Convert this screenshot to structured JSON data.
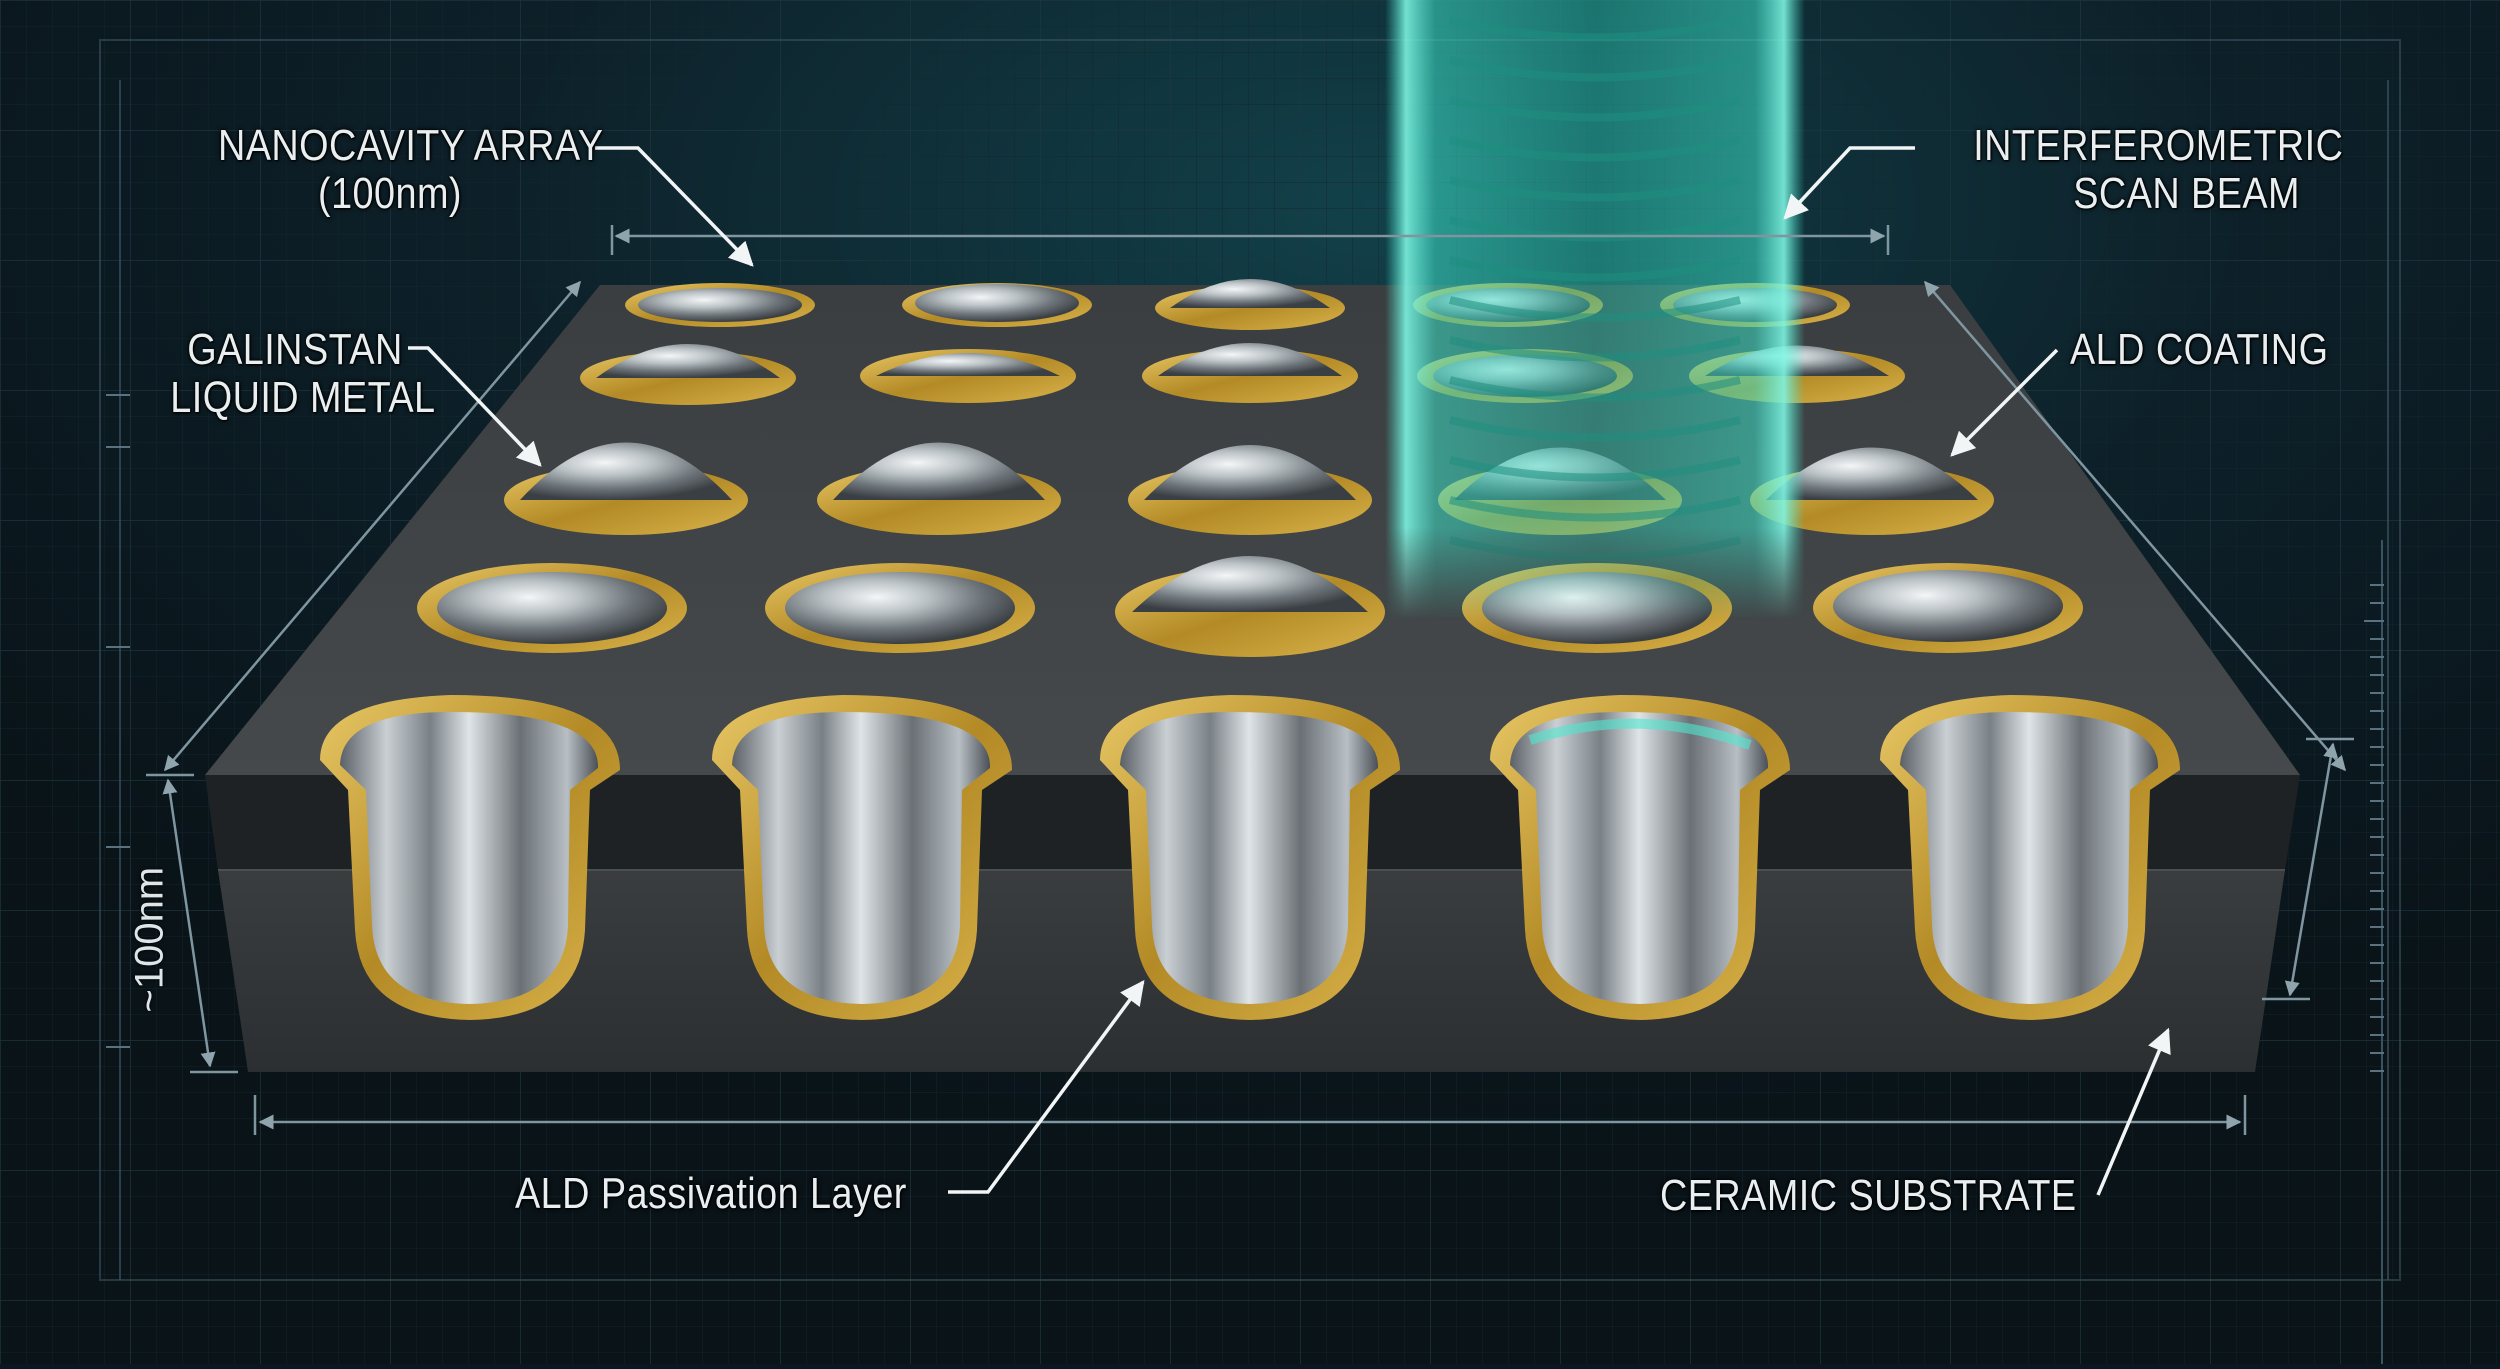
{
  "diagram": {
    "type": "annotated 3D cross-section illustration",
    "subject": "Nanocavity array filled with liquid metal on ceramic substrate under interferometric scan",
    "background_color": "#0b1720",
    "grid_color": "#1d3340",
    "beam_color": "#3de0c8",
    "coating_color": "#c9a43a",
    "substrate_top_color": "#3c4043",
    "substrate_side_color": "#2f3234",
    "passivation_band_color": "#1e2123",
    "array": {
      "rows": 5,
      "columns": 5
    }
  },
  "labels": {
    "nanocavity": {
      "line1": "NANOCAVITY ARRAY",
      "line2": "(100nm)"
    },
    "beam": {
      "line1": "INTERFEROMETRIC",
      "line2": "SCAN BEAM"
    },
    "galinstan": {
      "line1": "GALINSTAN",
      "line2": "LIQUID METAL"
    },
    "ald_coating": {
      "line1": "ALD COATING"
    },
    "passivation": {
      "line1": "ALD Passivation Layer"
    },
    "substrate": {
      "line1": "CERAMIC SUBSTRATE"
    },
    "depth_dimension": "~100nm"
  }
}
